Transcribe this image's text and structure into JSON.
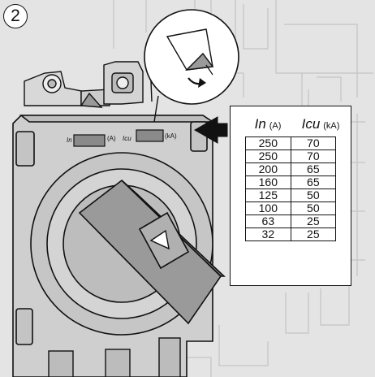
{
  "step": "2",
  "device_labels": {
    "in_symbol": "In",
    "in_unit": "(A)",
    "icu_symbol": "Icu",
    "icu_unit": "(kA)"
  },
  "rating_table": {
    "header_in": "In",
    "header_in_unit": "(A)",
    "header_icu": "Icu",
    "header_icu_unit": "(kA)",
    "rows": [
      {
        "in": "250",
        "icu": "70"
      },
      {
        "in": "250",
        "icu": "70"
      },
      {
        "in": "200",
        "icu": "65"
      },
      {
        "in": "160",
        "icu": "65"
      },
      {
        "in": "125",
        "icu": "50"
      },
      {
        "in": "100",
        "icu": "50"
      },
      {
        "in": "63",
        "icu": "25"
      },
      {
        "in": "32",
        "icu": "25"
      }
    ]
  },
  "colors": {
    "background": "#e4e4e4",
    "line": "#111111",
    "device_face": "#cfcfcf",
    "handle": "#9a9a9a",
    "label_slot": "#8a8a8a"
  },
  "icons": [
    "sticker-peel-icon",
    "insertion-arrow-icon",
    "triangle-icon"
  ]
}
